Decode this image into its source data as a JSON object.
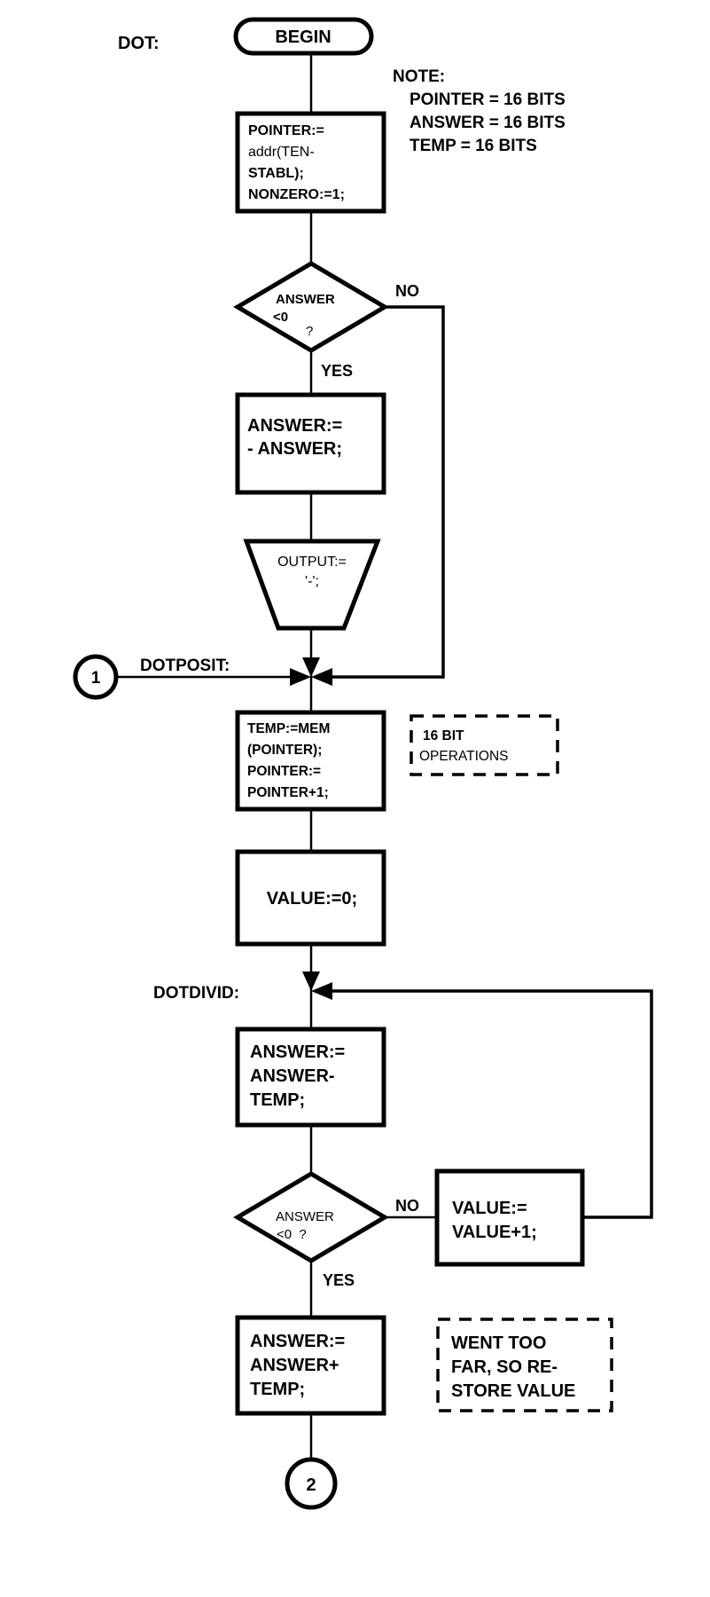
{
  "diagram": {
    "title_label": "DOT:",
    "start": {
      "label": "BEGIN"
    },
    "note": {
      "heading": "NOTE:",
      "lines": [
        "POINTER = 16 BITS",
        "ANSWER = 16 BITS",
        "TEMP = 16 BITS"
      ]
    },
    "init_box": {
      "lines": [
        "POINTER:=",
        "addr(TEN-",
        "STABL);",
        "NONZERO:=1;"
      ]
    },
    "decision1": {
      "lines": [
        "ANSWER",
        "<0",
        "?"
      ],
      "no_label": "NO",
      "yes_label": "YES"
    },
    "negate_box": {
      "lines": [
        "ANSWER:=",
        "- ANSWER;"
      ]
    },
    "output_box": {
      "lines": [
        "OUTPUT:=",
        "'-';"
      ]
    },
    "connector1": {
      "label": "1",
      "entry_label": "DOTPOSIT:"
    },
    "temp_box": {
      "lines": [
        "TEMP:=MEM",
        "(POINTER);",
        "POINTER:=",
        "POINTER+1;"
      ]
    },
    "annotation1": {
      "lines": [
        "16 BIT",
        "OPERATIONS"
      ]
    },
    "value_init_box": {
      "lines": [
        "VALUE:=0;"
      ]
    },
    "loop_label": "DOTDIVID:",
    "subtract_box": {
      "lines": [
        "ANSWER:=",
        "ANSWER-",
        "TEMP;"
      ]
    },
    "decision2": {
      "lines": [
        "ANSWER",
        "<0  ?"
      ],
      "no_label": "NO",
      "yes_label": "YES"
    },
    "increment_box": {
      "lines": [
        "VALUE:=",
        "VALUE+1;"
      ]
    },
    "restore_box": {
      "lines": [
        "ANSWER:=",
        "ANSWER+",
        "TEMP;"
      ]
    },
    "annotation2": {
      "lines": [
        "WENT TOO",
        "FAR, SO RE-",
        "STORE VALUE"
      ]
    },
    "connector2": {
      "label": "2"
    }
  }
}
